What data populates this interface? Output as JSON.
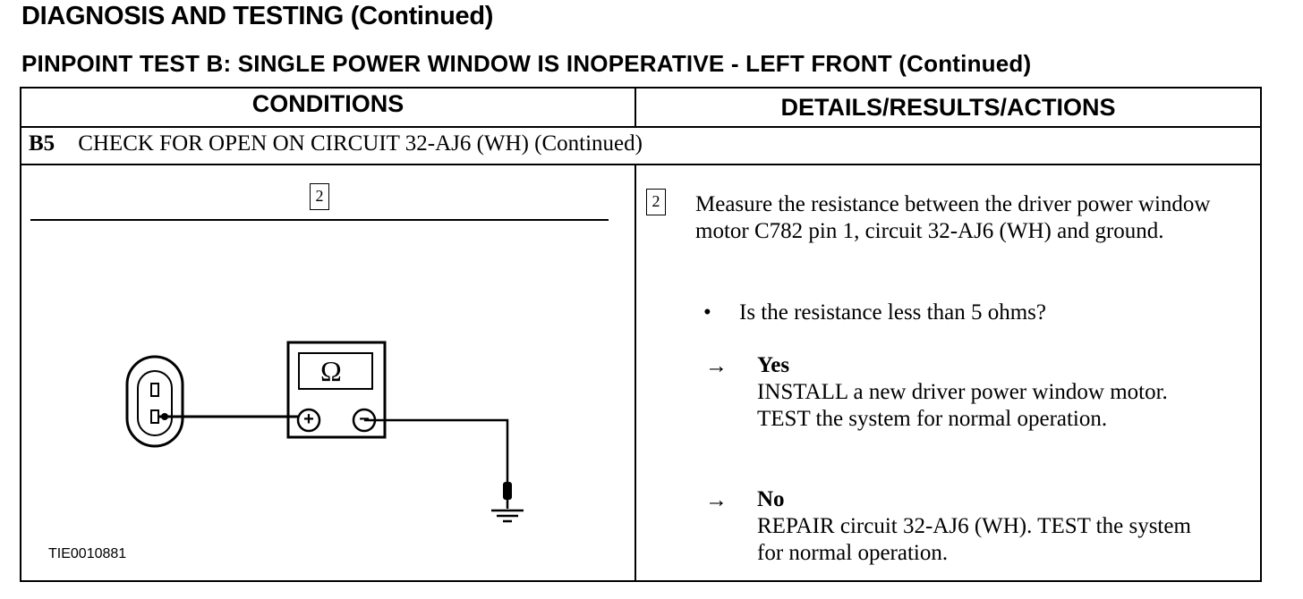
{
  "header": {
    "title": "DIAGNOSIS AND TESTING (Continued)",
    "subtitle": "PINPOINT TEST B:  SINGLE POWER WINDOW IS INOPERATIVE - LEFT FRONT (Continued)"
  },
  "table": {
    "col_conditions": "CONDITIONS",
    "col_details": "DETAILS/RESULTS/ACTIONS",
    "step_code": "B5",
    "step_title": "CHECK FOR OPEN ON CIRCUIT 32-AJ6 (WH) (Continued)"
  },
  "conditions": {
    "step_number": "2",
    "meter_symbol": "Ω",
    "plus_symbol": "+",
    "minus_symbol": "−",
    "figure_id": "TIE0010881"
  },
  "details": {
    "step_number": "2",
    "instruction": "Measure the resistance between the driver power window motor C782 pin 1, circuit 32-AJ6 (WH) and ground.",
    "bullet": "•",
    "question": "Is the resistance less than 5 ohms?",
    "arrow": "→",
    "yes_label": "Yes",
    "yes_action": "INSTALL a new driver power window motor. TEST the system for normal operation.",
    "no_label": "No",
    "no_action": "REPAIR circuit 32-AJ6 (WH). TEST the system for normal operation."
  }
}
